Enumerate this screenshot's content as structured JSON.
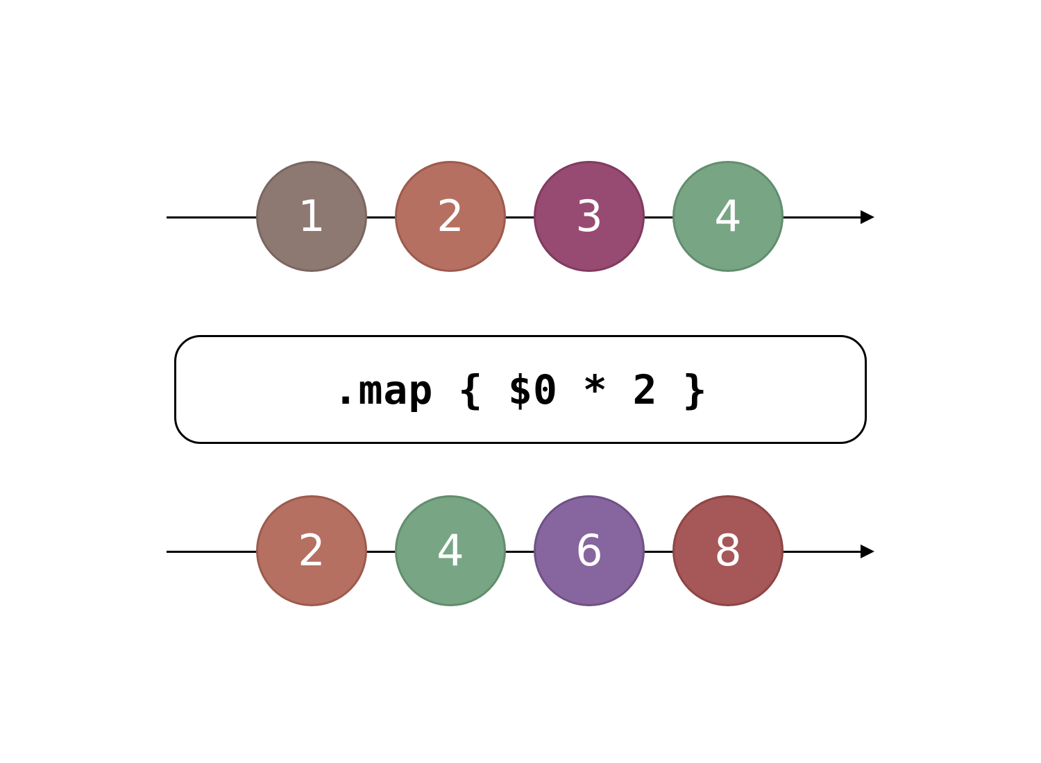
{
  "input_stream": {
    "marbles": [
      {
        "label": "1",
        "fill": "#8e7872",
        "border": "#7a6660"
      },
      {
        "label": "2",
        "fill": "#b57062",
        "border": "#9c5a4d"
      },
      {
        "label": "3",
        "fill": "#984b72",
        "border": "#7f3b5e"
      },
      {
        "label": "4",
        "fill": "#78a584",
        "border": "#628d6e"
      }
    ]
  },
  "operator": {
    "text": ".map { $0 * 2 }"
  },
  "output_stream": {
    "marbles": [
      {
        "label": "2",
        "fill": "#b57062",
        "border": "#9c5a4d"
      },
      {
        "label": "4",
        "fill": "#78a584",
        "border": "#628d6e"
      },
      {
        "label": "6",
        "fill": "#87659e",
        "border": "#6f5186"
      },
      {
        "label": "8",
        "fill": "#a65757",
        "border": "#8c4545"
      }
    ]
  }
}
